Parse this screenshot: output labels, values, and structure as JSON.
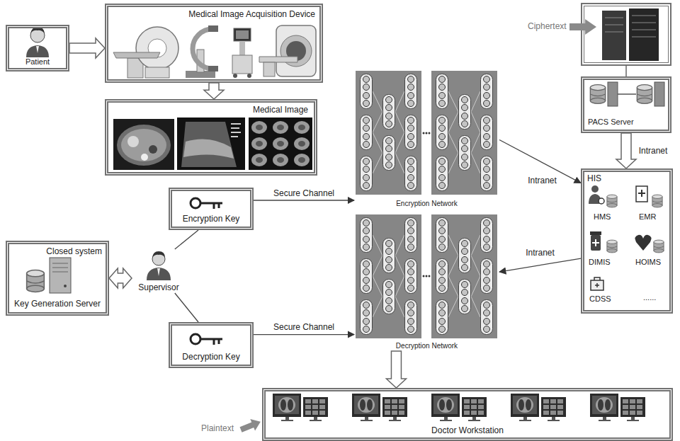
{
  "diagram": {
    "nodes": [
      {
        "text": [
          "Patient"
        ]
      },
      {
        "text": [
          "Medical Image Acquisition Device"
        ]
      },
      {
        "text": [
          "Medical Image"
        ]
      },
      {
        "text": [
          "Encryption Key"
        ]
      },
      {
        "text": [
          "Encryption Network"
        ]
      },
      {
        "text": [
          "PACS Server"
        ]
      },
      {
        "text": [
          "HIS"
        ]
      },
      {
        "text": [
          "Closed system",
          "Key Generation Server"
        ]
      },
      {
        "text": [
          "Supervisor"
        ]
      },
      {
        "text": [
          "Decryption Key"
        ]
      },
      {
        "text": [
          "Decryption Network"
        ]
      },
      {
        "text": [
          "Doctor Workstation"
        ]
      }
    ],
    "edges": [
      {
        "from": 0,
        "to": 1,
        "arrow": "to"
      },
      {
        "from": 1,
        "to": 2,
        "arrow": "to"
      },
      {
        "from": 3,
        "to": 4,
        "label": "Secure Channel",
        "arrow": "to"
      },
      {
        "from": 4,
        "to": 6,
        "label": "Intranet",
        "arrow": "to"
      },
      {
        "from": 5,
        "to": 6,
        "label": "Intranet",
        "arrow": "to"
      },
      {
        "from": 6,
        "to": 10,
        "label": "Intranet",
        "arrow": "to"
      },
      {
        "from": 7,
        "to": 8,
        "arrow": "both"
      },
      {
        "from": 8,
        "to": 3,
        "arrow": "none"
      },
      {
        "from": 8,
        "to": 9,
        "arrow": "none"
      },
      {
        "from": 9,
        "to": 10,
        "label": "Secure Channel",
        "arrow": "to"
      },
      {
        "from": 10,
        "to": 11,
        "arrow": "to"
      }
    ],
    "labels": [
      "Ciphertext",
      "Plaintext",
      "HMS",
      "EMR",
      "DIMIS",
      "HOIMS",
      "CDSS",
      "......"
    ]
  }
}
